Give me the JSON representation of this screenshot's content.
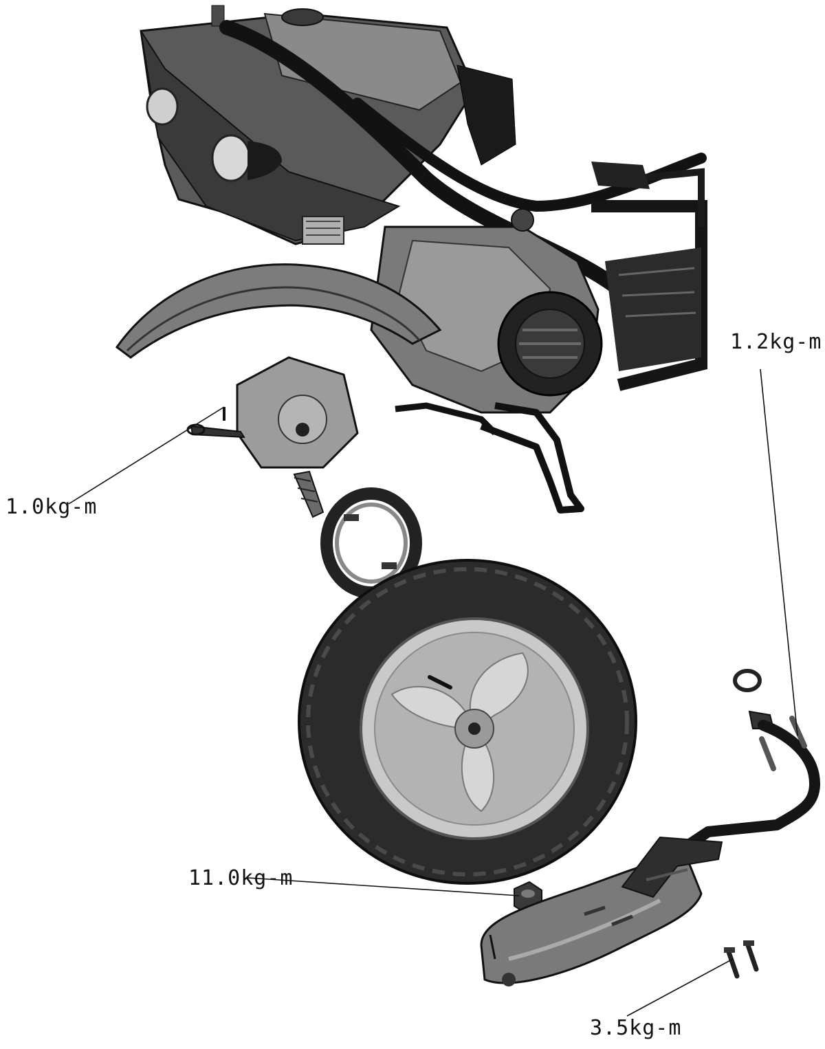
{
  "labels": {
    "brake_arm_bolt": "1.0kg-m",
    "muffler_joint_nut": "1.2kg-m",
    "rear_axle_nut": "11.0kg-m",
    "muffler_mount_bolt": "3.5kg-m"
  },
  "colors": {
    "line": "#111111",
    "tire": "#2a2a2a",
    "rim": "#bdbdbd",
    "metal_dark": "#1e1e1e",
    "metal_mid": "#6e6e6e",
    "metal_light": "#a8a8a8"
  },
  "parts": [
    "frame-engine-assembly-icon",
    "rear-fender-icon",
    "brake-arm-icon",
    "brake-cam-shaft-icon",
    "brake-shoe-icon",
    "rear-wheel-icon",
    "axle-nut-icon",
    "exhaust-gasket-icon",
    "exhaust-pipe-icon",
    "muffler-icon",
    "muffler-bolt-icon"
  ]
}
